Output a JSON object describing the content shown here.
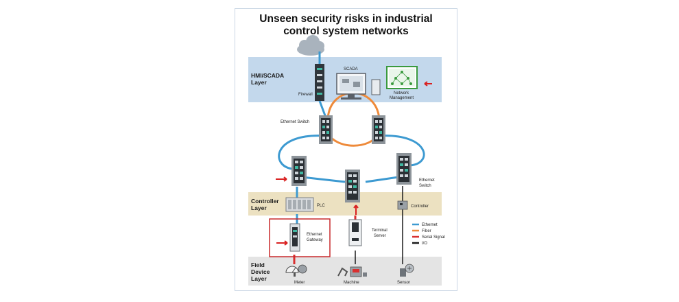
{
  "title": {
    "line1": "Unseen security risks in industrial",
    "line2": "control system networks"
  },
  "layers": {
    "hmi": [
      "HMI/SCADA",
      "Layer"
    ],
    "controller": [
      "Controller",
      "Layer"
    ],
    "field": [
      "Field",
      "Device",
      "Layer"
    ]
  },
  "labels": {
    "scada": "SCADA",
    "firewall": "Firewall",
    "network_management": [
      "Network",
      "Management"
    ],
    "ethernet_switch_top": "Ethernet Switch",
    "ethernet_switch_right": [
      "Ethernet",
      "Switch"
    ],
    "plc": "PLC",
    "controller": "Controller",
    "ethernet_gateway": [
      "Ethernet",
      "Gateway"
    ],
    "terminal_server": [
      "Terminal",
      "Server"
    ],
    "meter": "Meter",
    "machine": "Machine",
    "sensor": "Sensor"
  },
  "legend": [
    {
      "label": "Ethernet",
      "color": "#3d9ad1"
    },
    {
      "label": "Fiber",
      "color": "#ee8a3a"
    },
    {
      "label": "Serial Signal",
      "color": "#d93030"
    },
    {
      "label": "I/O",
      "color": "#1a1a1a"
    }
  ],
  "colors": {
    "ethernet": "#3d9ad1",
    "fiber": "#ee8a3a",
    "serial": "#d93030",
    "io": "#1a1a1a",
    "hmi_band": "#c3d8ec",
    "controller_band": "#ece1c1",
    "field_band": "#e4e4e4",
    "risk_arrow": "#d92020"
  }
}
